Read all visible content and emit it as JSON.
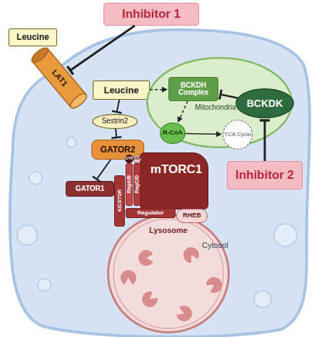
{
  "diagram": {
    "nodes": [
      {
        "text": [
          "Inhibitor 1"
        ]
      },
      {
        "text": [
          "Leucine"
        ]
      },
      {
        "text": [
          "LAT1"
        ]
      },
      {
        "text": [
          "Leucine"
        ]
      },
      {
        "text": [
          "Mitochondria"
        ]
      },
      {
        "text": [
          "BCKDH Complex"
        ],
        "in": 4
      },
      {
        "text": [
          "R-CoA"
        ],
        "in": 4
      },
      {
        "text": [
          "TCA Cycle"
        ],
        "in": 4
      },
      {
        "text": [
          "BCKDK"
        ]
      },
      {
        "text": [
          "Inhibitor 2"
        ]
      },
      {
        "text": [
          "Sestrin2"
        ]
      },
      {
        "text": [
          "GATOR2"
        ]
      },
      {
        "text": [
          "GATOR1"
        ]
      },
      {
        "text": [
          "mTORC1"
        ]
      },
      {
        "text": [
          "KICSTOR"
        ]
      },
      {
        "text": [
          "RagA/B"
        ]
      },
      {
        "text": [
          "RagC/D"
        ]
      },
      {
        "text": [
          "GTP"
        ]
      },
      {
        "text": [
          "GDP"
        ]
      },
      {
        "text": [
          "Ragulator"
        ]
      },
      {
        "text": [
          "RHEB"
        ]
      },
      {
        "text": [
          "Lysosome"
        ]
      }
    ],
    "edges": [
      {
        "from": 0,
        "to": 2,
        "arrow": "to"
      },
      {
        "from": 3,
        "to": 10,
        "arrow": "to"
      },
      {
        "from": 10,
        "to": 11,
        "arrow": "to"
      },
      {
        "from": 11,
        "to": 12,
        "arrow": "to"
      },
      {
        "from": 3,
        "to": 5,
        "arrow": "to"
      },
      {
        "from": 5,
        "to": 6,
        "arrow": "to"
      },
      {
        "from": 6,
        "to": 7,
        "arrow": "to"
      },
      {
        "from": 8,
        "to": 5,
        "arrow": "to"
      },
      {
        "from": 9,
        "to": 8,
        "arrow": "to"
      }
    ],
    "labels": [
      "Cytosol"
    ]
  }
}
